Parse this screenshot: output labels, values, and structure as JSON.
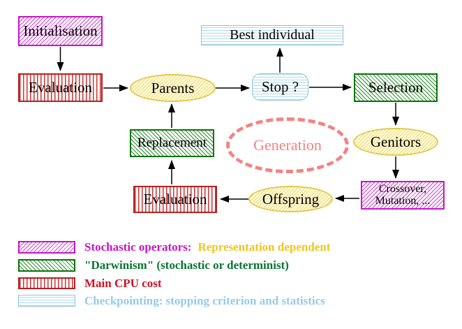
{
  "diagram": {
    "title_implicit": "Evolutionary algorithm cycle",
    "nodes": {
      "initialisation": {
        "label": "Initialisation",
        "style": "stochastic-operator"
      },
      "evaluation_top": {
        "label": "Evaluation",
        "style": "main-cpu-cost"
      },
      "parents": {
        "label": "Parents",
        "style": "population"
      },
      "best_individual": {
        "label": "Best individual",
        "style": "checkpointing"
      },
      "stop": {
        "label": "Stop ?",
        "style": "checkpointing"
      },
      "selection": {
        "label": "Selection",
        "style": "darwinism"
      },
      "replacement": {
        "label": "Replacement",
        "style": "darwinism"
      },
      "generation": {
        "label": "Generation",
        "style": "cycle-outline"
      },
      "genitors": {
        "label": "Genitors",
        "style": "population"
      },
      "evaluation_bottom": {
        "label": "Evaluation",
        "style": "main-cpu-cost"
      },
      "offspring": {
        "label": "Offspring",
        "style": "population"
      },
      "crossover": {
        "label_line1": "Crossover,",
        "label_line2": "Mutation, ...",
        "style": "stochastic-operator"
      }
    },
    "arrows": [
      "initialisation->evaluation_top",
      "evaluation_top->parents",
      "parents->stop",
      "stop->best_individual",
      "stop->selection",
      "selection->genitors",
      "genitors->crossover",
      "crossover->offspring",
      "offspring->evaluation_bottom",
      "evaluation_bottom->replacement",
      "replacement->parents"
    ],
    "colors": {
      "magenta": "#C714C7",
      "green": "#067506",
      "red": "#B22222",
      "cyan_border": "#8FC3DC",
      "cyan_stripe": "#AEDCEF",
      "yellow_border": "#E2C94E",
      "yellow_fill": "#FFFCD6",
      "salmon": "#F48282",
      "gold_text": "#EFC51F",
      "green_text": "#067530",
      "red_text": "#CC1122",
      "blue_text": "#95CBE8",
      "arrow": "#000000"
    }
  },
  "legend": {
    "items": [
      {
        "label": "Stochastic operators:",
        "label_secondary": "Representation dependent",
        "swatch": "magenta-diagonal-hatch"
      },
      {
        "label": "\"Darwinism\" (stochastic or determinist)",
        "swatch": "green-diagonal-hatch"
      },
      {
        "label": "Main CPU cost",
        "swatch": "red-vertical-stripes"
      },
      {
        "label": "Checkpointing: stopping criterion and statistics",
        "swatch": "cyan-horizontal-stripes"
      }
    ]
  }
}
